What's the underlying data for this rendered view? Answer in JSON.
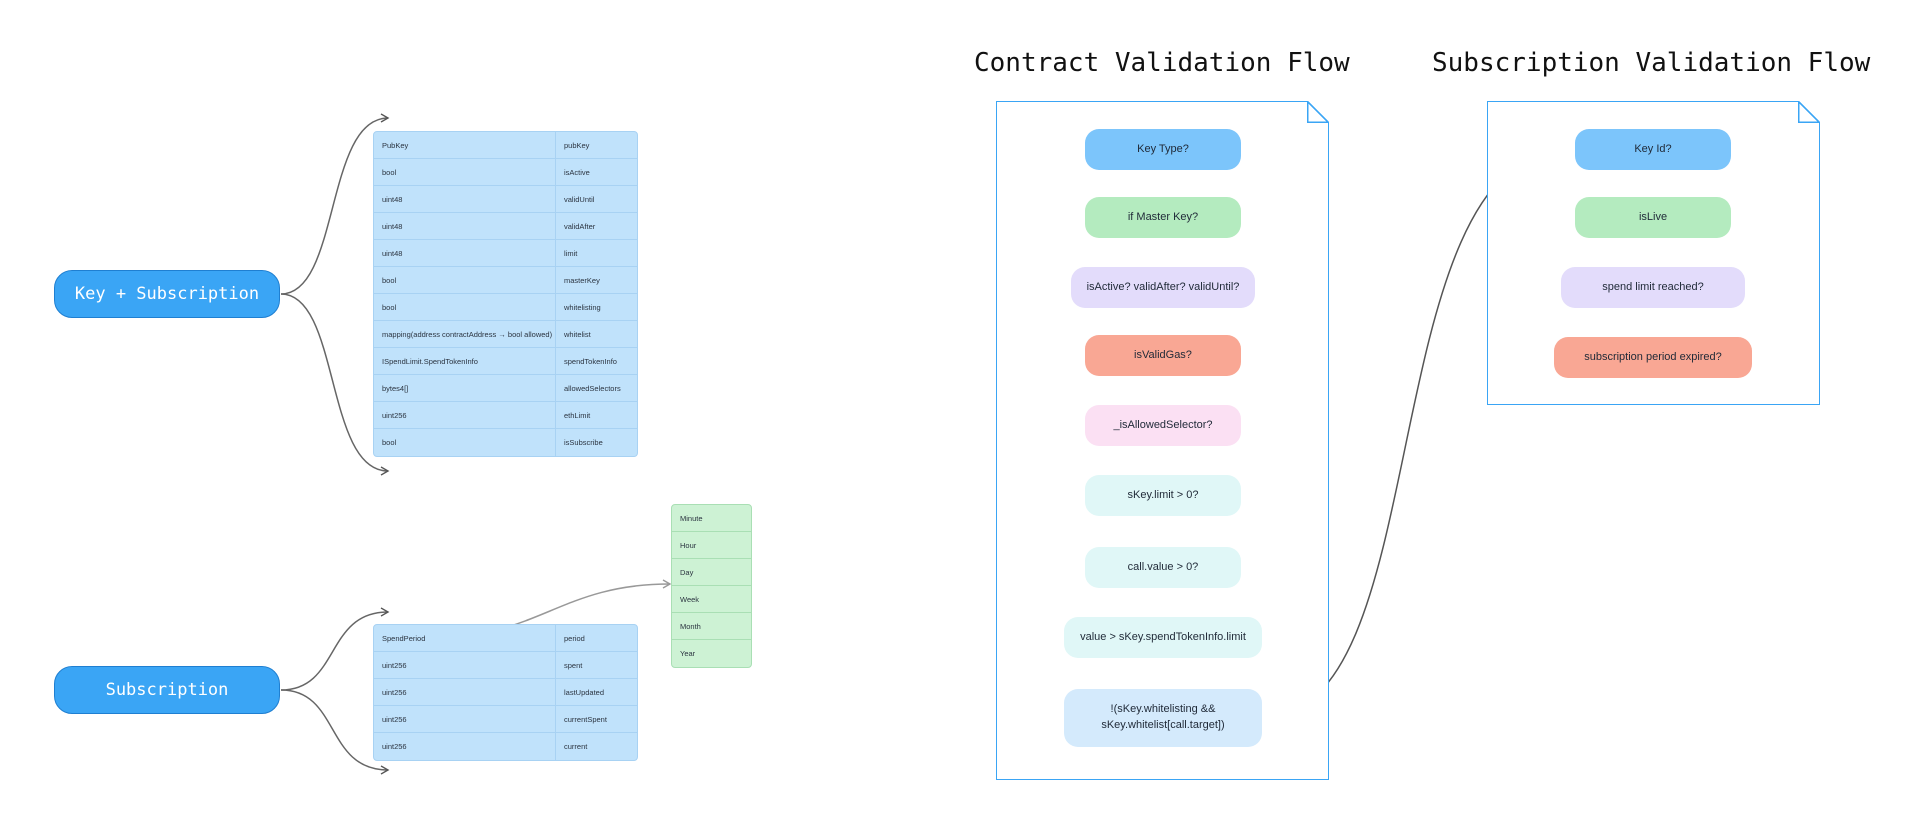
{
  "nodes": {
    "key_subscription": "Key + Subscription",
    "subscription": "Subscription"
  },
  "key_table": [
    {
      "type": "PubKey",
      "name": "pubKey"
    },
    {
      "type": "bool",
      "name": "isActive"
    },
    {
      "type": "uint48",
      "name": "validUntil"
    },
    {
      "type": "uint48",
      "name": "validAfter"
    },
    {
      "type": "uint48",
      "name": "limit"
    },
    {
      "type": "bool",
      "name": "masterKey"
    },
    {
      "type": "bool",
      "name": "whitelisting"
    },
    {
      "type": "mapping(address contractAddress → bool allowed)",
      "name": "whitelist"
    },
    {
      "type": "ISpendLimit.SpendTokenInfo",
      "name": "spendTokenInfo"
    },
    {
      "type": "bytes4[]",
      "name": "allowedSelectors"
    },
    {
      "type": "uint256",
      "name": "ethLimit"
    },
    {
      "type": "bool",
      "name": "isSubscribe"
    }
  ],
  "subscription_table": [
    {
      "type": "SpendPeriod",
      "name": "period"
    },
    {
      "type": "uint256",
      "name": "spent"
    },
    {
      "type": "uint256",
      "name": "lastUpdated"
    },
    {
      "type": "uint256",
      "name": "currentSpent"
    },
    {
      "type": "uint256",
      "name": "current"
    }
  ],
  "spend_periods": [
    "Minute",
    "Hour",
    "Day",
    "Week",
    "Month",
    "Year"
  ],
  "contract_flow": {
    "title": "Contract Validation Flow",
    "steps": [
      {
        "label": "Key Type?",
        "color": "#7cc5fb"
      },
      {
        "label": "if Master Key?",
        "color": "#b4ebbf"
      },
      {
        "label": "isActive? validAfter? validUntil?",
        "color": "#e3dcfb"
      },
      {
        "label": "isValidGas?",
        "color": "#f9a794"
      },
      {
        "label": "_isAllowedSelector?",
        "color": "#fbe0f3"
      },
      {
        "label": "sKey.limit > 0?",
        "color": "#e0f7f7"
      },
      {
        "label": "call.value > 0?",
        "color": "#e0f7f7"
      },
      {
        "label": "value > sKey.spendTokenInfo.limit",
        "color": "#e0f7f7"
      },
      {
        "label": "!(sKey.whitelisting && sKey.whitelist[call.target])",
        "line1": "!(sKey.whitelisting &&",
        "line2": "sKey.whitelist[call.target])",
        "color": "#d4eafc"
      }
    ]
  },
  "subscription_flow": {
    "title": "Subscription Validation Flow",
    "steps": [
      {
        "label": "Key Id?",
        "color": "#7cc5fb"
      },
      {
        "label": "isLive",
        "color": "#b4ebbf"
      },
      {
        "label": "spend limit reached?",
        "color": "#e3dcfb"
      },
      {
        "label": "subscription period expired?",
        "color": "#f9a794"
      }
    ]
  }
}
